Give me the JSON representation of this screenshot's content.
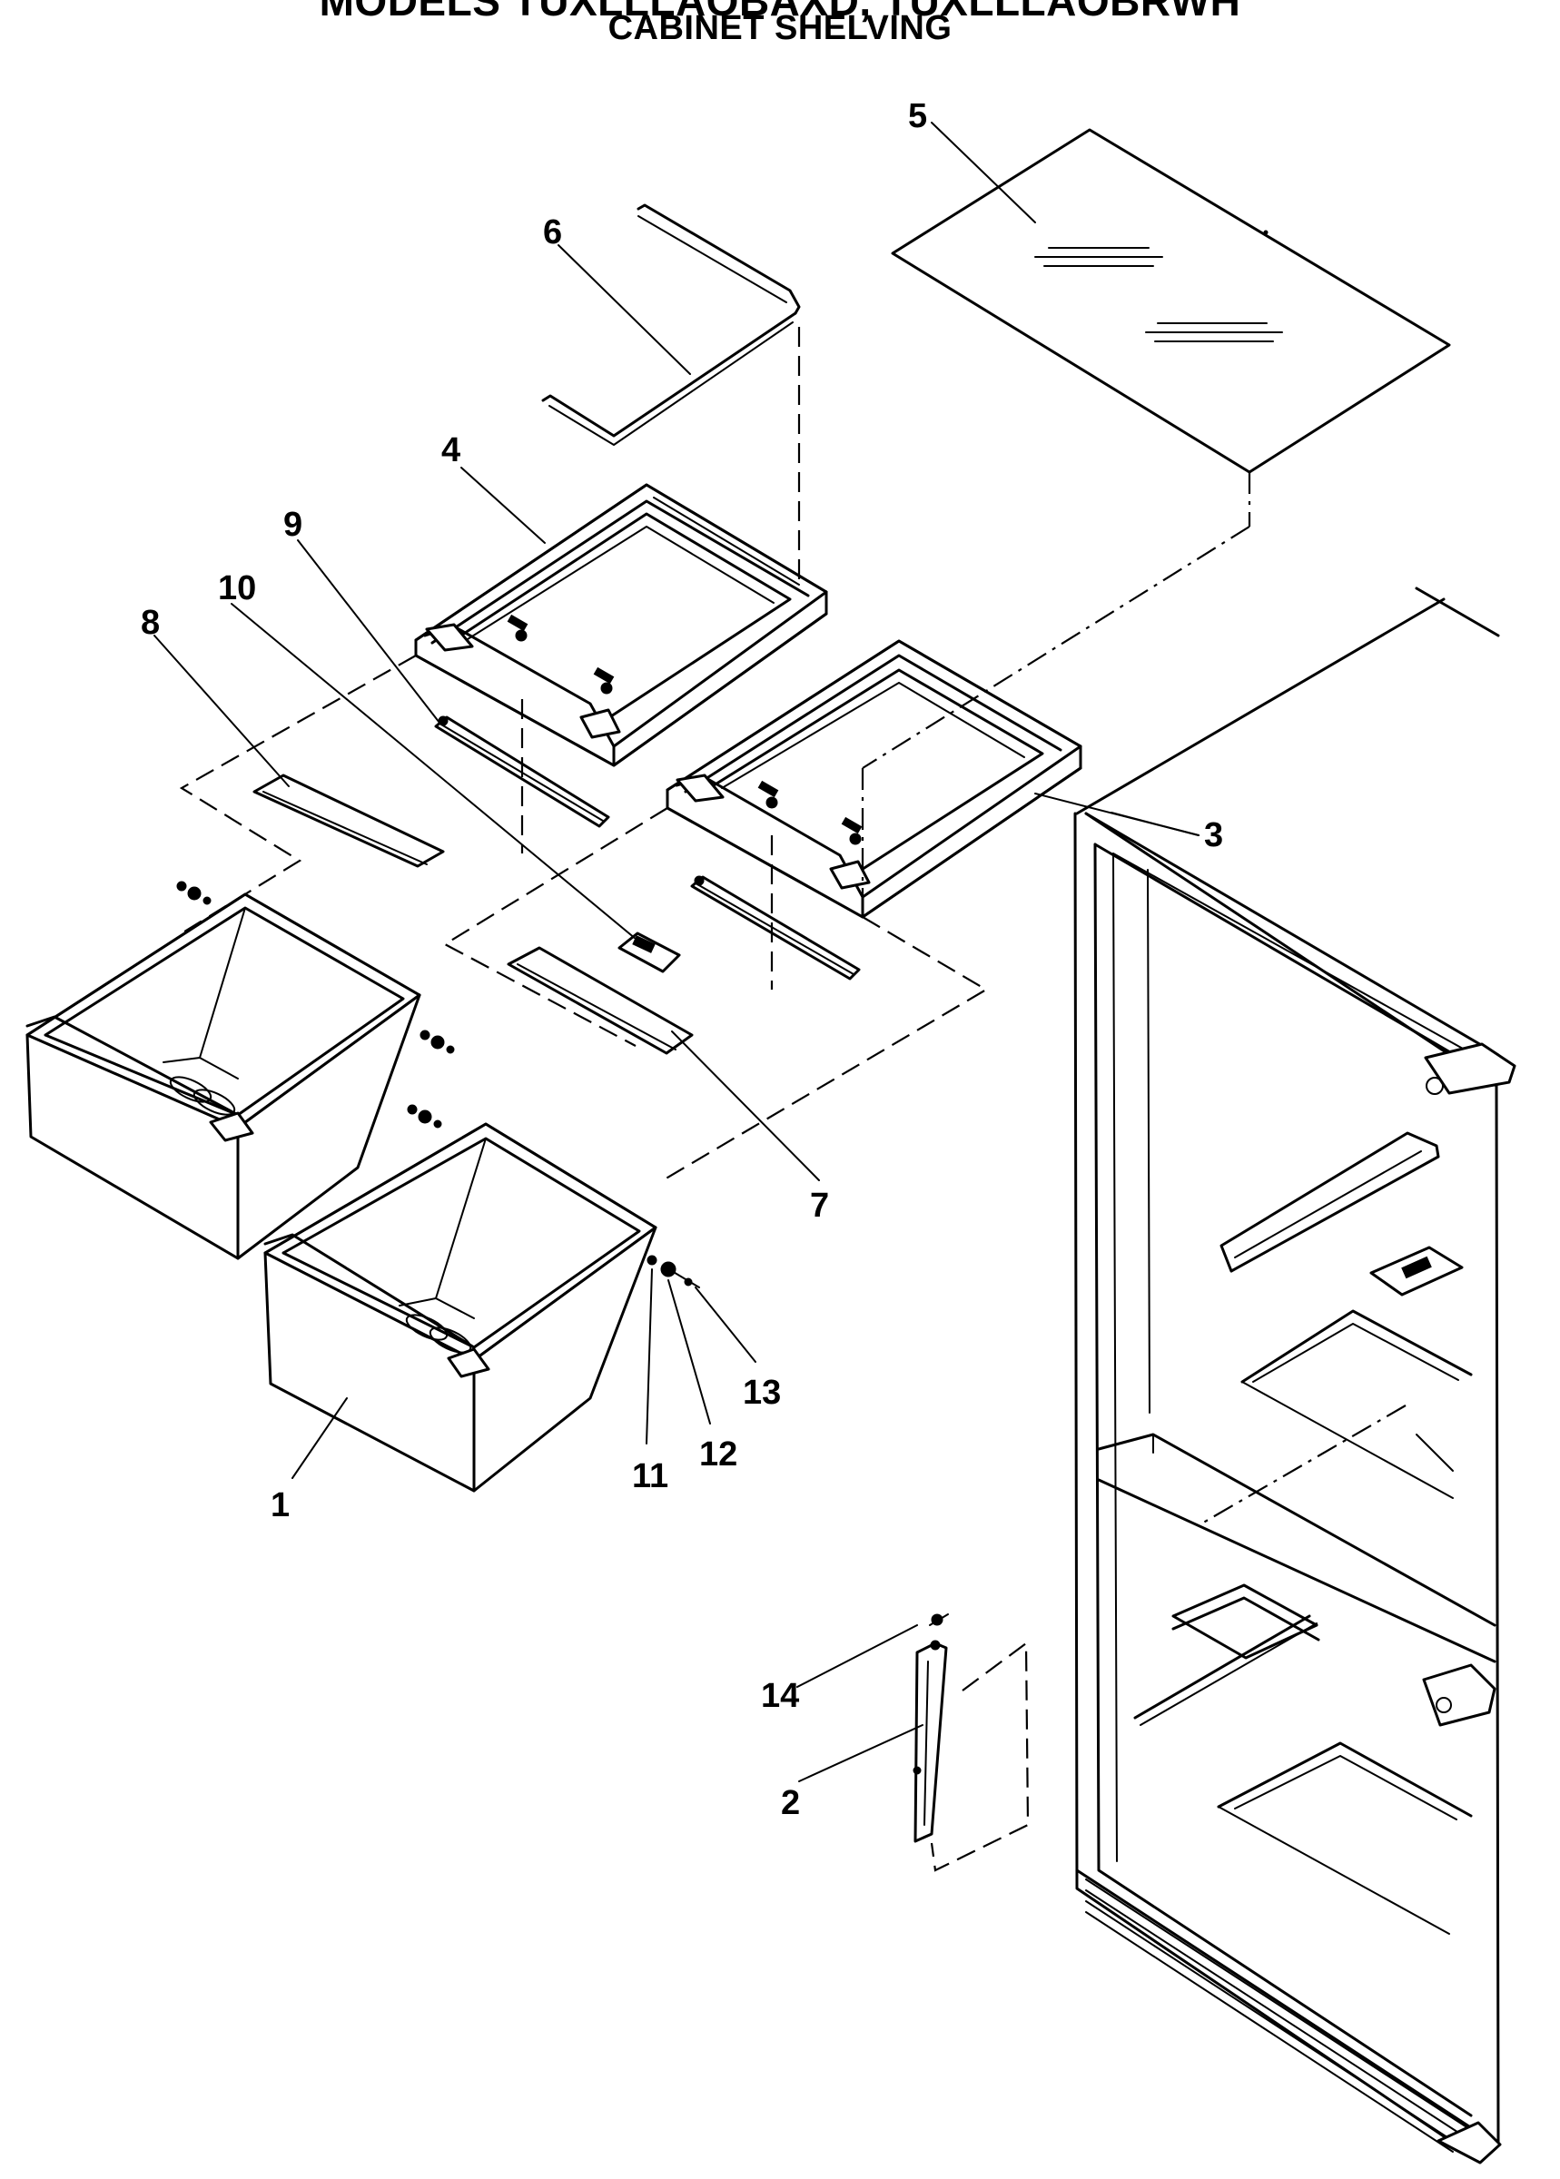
{
  "header": {
    "title_line_1": "MODELS  TUXLLLAOBAXD,  TUXLLLAOBRWH",
    "title_line_2": "CABINET SHELVING"
  },
  "callouts": {
    "c1": "1",
    "c2": "2",
    "c3": "3",
    "c4": "4",
    "c5": "5",
    "c6": "6",
    "c7": "7",
    "c8": "8",
    "c9": "9",
    "c10": "10",
    "c11": "11",
    "c12": "12",
    "c13": "13",
    "c14": "14"
  }
}
